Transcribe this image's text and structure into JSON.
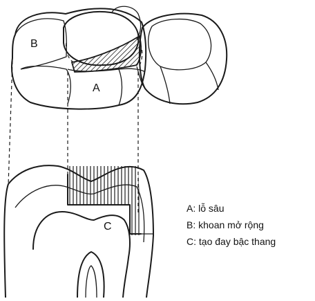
{
  "labels": {
    "a": "A",
    "b": "B",
    "c": "C"
  },
  "legend": [
    {
      "text": "A: lỗ sâu"
    },
    {
      "text": "B: khoan mở rộng"
    },
    {
      "text": "C: tạo đay bậc thang"
    }
  ]
}
